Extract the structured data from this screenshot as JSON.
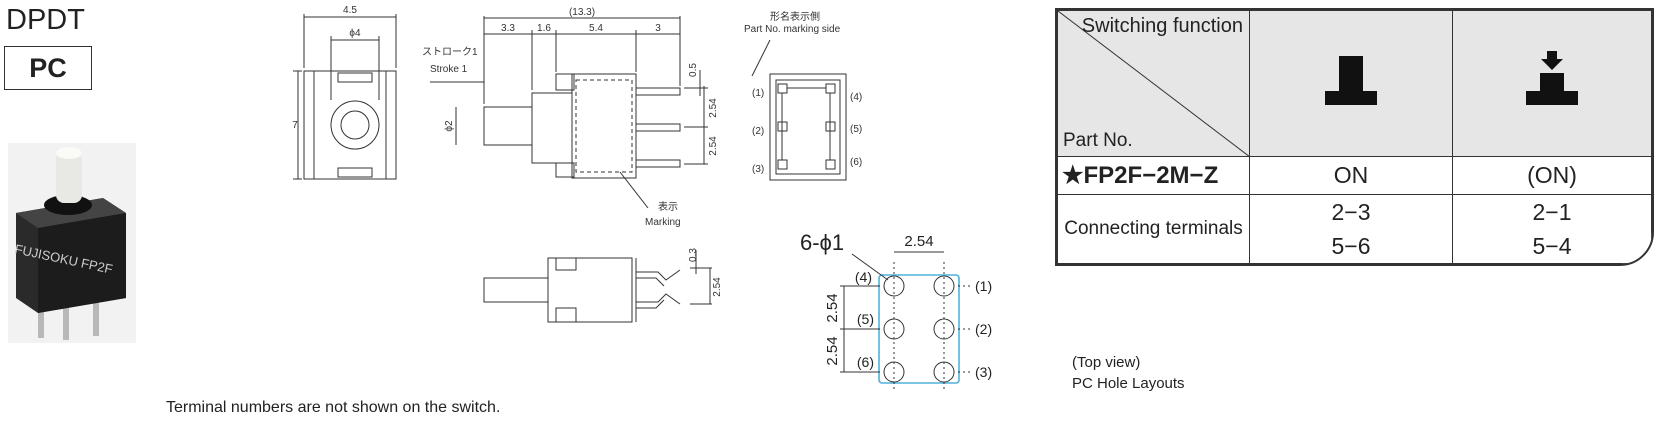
{
  "title": "DPDT",
  "mount_badge": "PC",
  "footnote": "Terminal numbers are not shown on the switch.",
  "photo_label": "FUJISOKU FP2F",
  "drawing": {
    "dim_4_5": "4.5",
    "dim_phi4": "ϕ4",
    "dim_7": "7",
    "dim_13_3": "(13.3)",
    "dim_3_3": "3.3",
    "dim_1_6": "1.6",
    "dim_5_4": "5.4",
    "dim_3": "3",
    "dim_0_5": "0.5",
    "dim_2_54_a": "2.54",
    "dim_2_54_b": "2.54",
    "dim_phi2": "ϕ2",
    "stroke_jp": "ストローク1",
    "stroke_en": "Stroke 1",
    "marking_side_jp": "形名表示側",
    "marking_side_en": "Part No. marking side",
    "marking_jp": "表示",
    "marking_en": "Marking",
    "term_1": "(1)",
    "term_2": "(2)",
    "term_3": "(3)",
    "term_4": "(4)",
    "term_5": "(5)",
    "term_6": "(6)",
    "dim_0_3": "0.3",
    "dim_2_54_c": "2.54"
  },
  "hole_layout": {
    "holes_label": "6-ϕ1",
    "pitch_top": "2.54",
    "pitch_left_a": "2.54",
    "pitch_left_b": "2.54",
    "left_labels": [
      "(4)",
      "(5)",
      "(6)"
    ],
    "right_labels": [
      "(1)",
      "(2)",
      "(3)"
    ],
    "view_note": "(Top view)",
    "caption": "PC Hole Layouts"
  },
  "table": {
    "header_function": "Switching function",
    "header_part": "Part No.",
    "part_number": "★FP2F−2M−Z",
    "state_normal": "ON",
    "state_pushed": "(ON)",
    "connecting_label": "Connecting terminals",
    "normal_terms": [
      "2−3",
      "5−6"
    ],
    "pushed_terms": [
      "2−1",
      "5−4"
    ],
    "icon_normal": "button-released-icon",
    "icon_pushed": "button-pressed-icon"
  }
}
